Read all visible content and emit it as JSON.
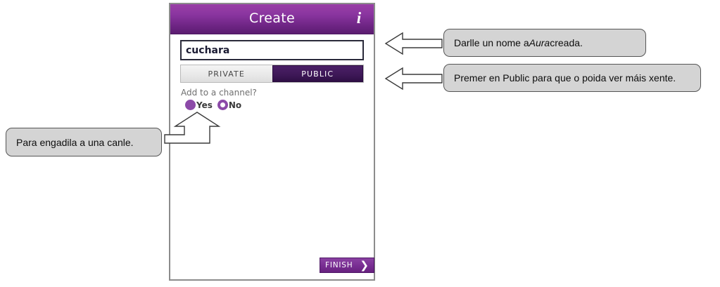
{
  "app": {
    "header": {
      "title": "Create",
      "info_icon": "info-icon"
    },
    "name_field": {
      "value": "cuchara",
      "placeholder": ""
    },
    "privacy_toggle": {
      "options": [
        {
          "label": "PRIVATE",
          "selected": false
        },
        {
          "label": "PUBLIC",
          "selected": true
        }
      ]
    },
    "channel": {
      "question": "Add to a channel?",
      "options": [
        {
          "label": "Yes",
          "selected": true
        },
        {
          "label": "No",
          "selected": false
        }
      ]
    },
    "finish_button": {
      "label": "FINISH",
      "chevron": "›"
    }
  },
  "annotations": [
    {
      "id": "name",
      "text_before": "Darlle un nome a ",
      "text_italic": "Aura",
      "text_after": " creada.",
      "full_text": "Darlle un nome a Aura creada."
    },
    {
      "id": "public",
      "full_text": "Premer en Public para que o poida ver máis xente."
    },
    {
      "id": "channel",
      "full_text": "Para engadila a una canle."
    }
  ],
  "colors": {
    "header_purple": "#8a35a0",
    "active_tab_purple": "#3d1756",
    "radio_purple": "#8c4aa8",
    "finish_purple": "#7a2f94",
    "callout_gray": "#d4d4d4",
    "frame_gray": "#8c8c8c"
  }
}
